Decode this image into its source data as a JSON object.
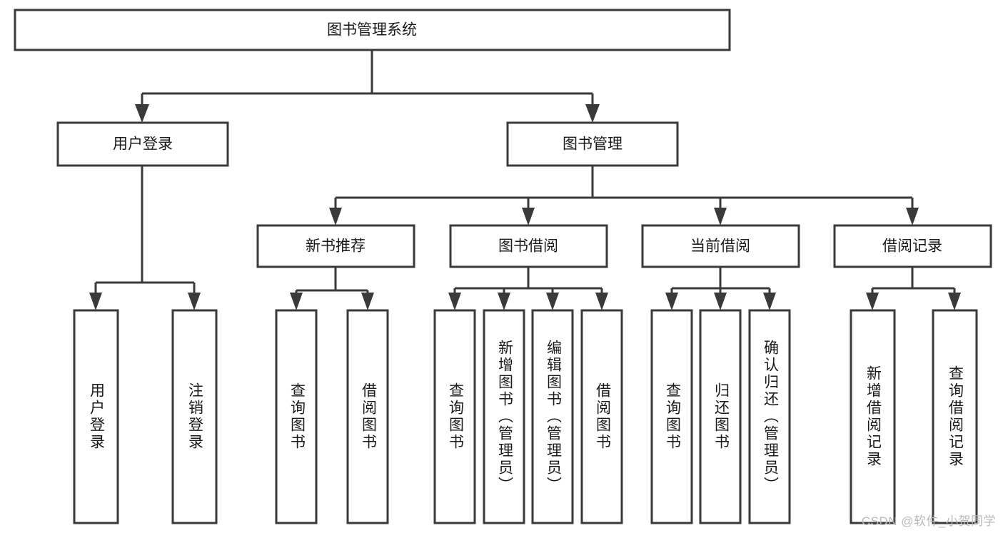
{
  "diagram": {
    "type": "tree-flowchart",
    "title": "图书管理系统",
    "watermark": "CSDN @软件_小贺同学",
    "colors": {
      "stroke": "#3a3a3a",
      "fill": "#ffffff",
      "text": "#1a1a1a",
      "watermark": "#b9b9b9"
    },
    "root": {
      "id": "root",
      "label": "图书管理系统"
    },
    "level2": [
      {
        "id": "user-login",
        "label": "用户登录"
      },
      {
        "id": "book-manage",
        "label": "图书管理"
      }
    ],
    "level3": [
      {
        "id": "new-book-rec",
        "label": "新书推荐",
        "parent": "book-manage"
      },
      {
        "id": "book-borrow",
        "label": "图书借阅",
        "parent": "book-manage"
      },
      {
        "id": "current-borrow",
        "label": "当前借阅",
        "parent": "book-manage"
      },
      {
        "id": "borrow-record",
        "label": "借阅记录",
        "parent": "book-manage"
      }
    ],
    "leaves": {
      "user-login": [
        {
          "id": "leaf-user-login",
          "label": "用户登录"
        },
        {
          "id": "leaf-logout",
          "label": "注销登录"
        }
      ],
      "new-book-rec": [
        {
          "id": "leaf-query-book-1",
          "label": "查询图书"
        },
        {
          "id": "leaf-borrow-book-1",
          "label": "借阅图书"
        }
      ],
      "book-borrow": [
        {
          "id": "leaf-query-book-2",
          "label": "查询图书"
        },
        {
          "id": "leaf-add-book",
          "label": "新增图书（管理员）"
        },
        {
          "id": "leaf-edit-book",
          "label": "编辑图书（管理员）"
        },
        {
          "id": "leaf-borrow-book-2",
          "label": "借阅图书"
        }
      ],
      "current-borrow": [
        {
          "id": "leaf-query-book-3",
          "label": "查询图书"
        },
        {
          "id": "leaf-return-book",
          "label": "归还图书"
        },
        {
          "id": "leaf-confirm-return",
          "label": "确认归还（管理员）"
        }
      ],
      "borrow-record": [
        {
          "id": "leaf-add-record",
          "label": "新增借阅记录"
        },
        {
          "id": "leaf-query-record",
          "label": "查询借阅记录"
        }
      ]
    }
  }
}
